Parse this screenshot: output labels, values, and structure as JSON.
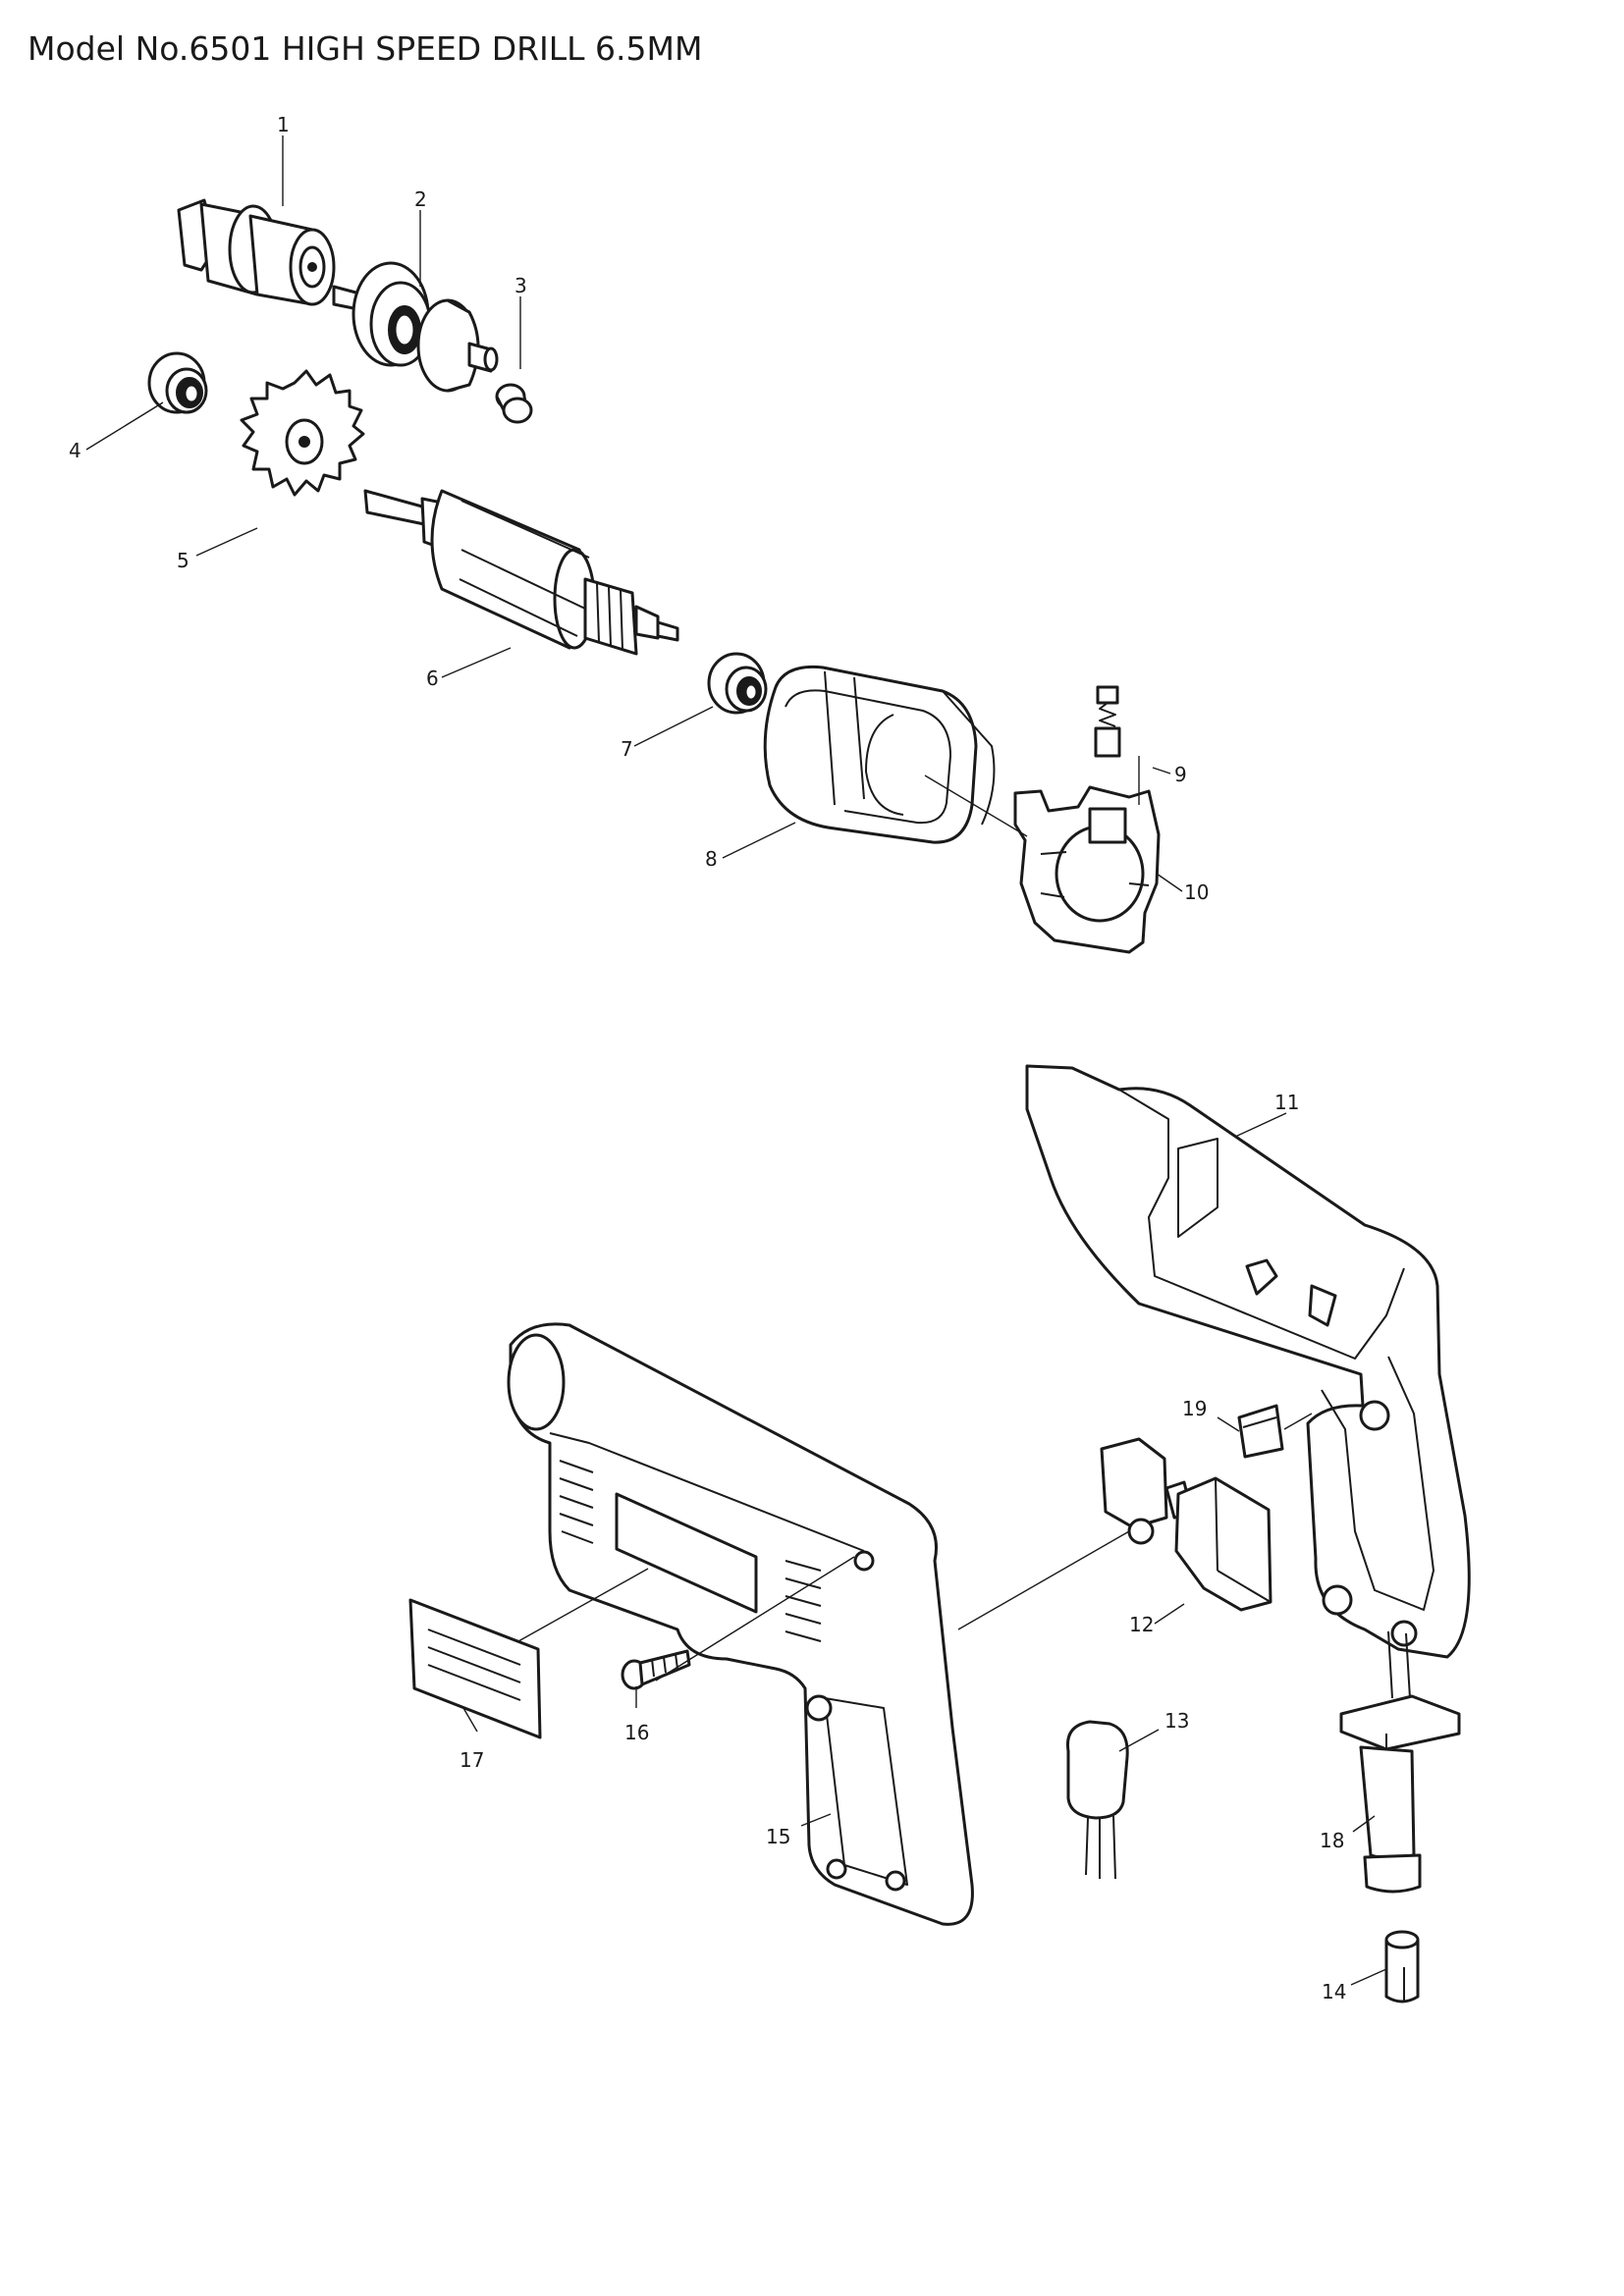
{
  "title": "Model No.6501 HIGH SPEED DRILL 6.5MM",
  "callouts": [
    "1",
    "2",
    "3",
    "4",
    "5",
    "6",
    "7",
    "8",
    "9",
    "10",
    "11",
    "12",
    "13",
    "14",
    "15",
    "16",
    "17",
    "18",
    "19"
  ]
}
